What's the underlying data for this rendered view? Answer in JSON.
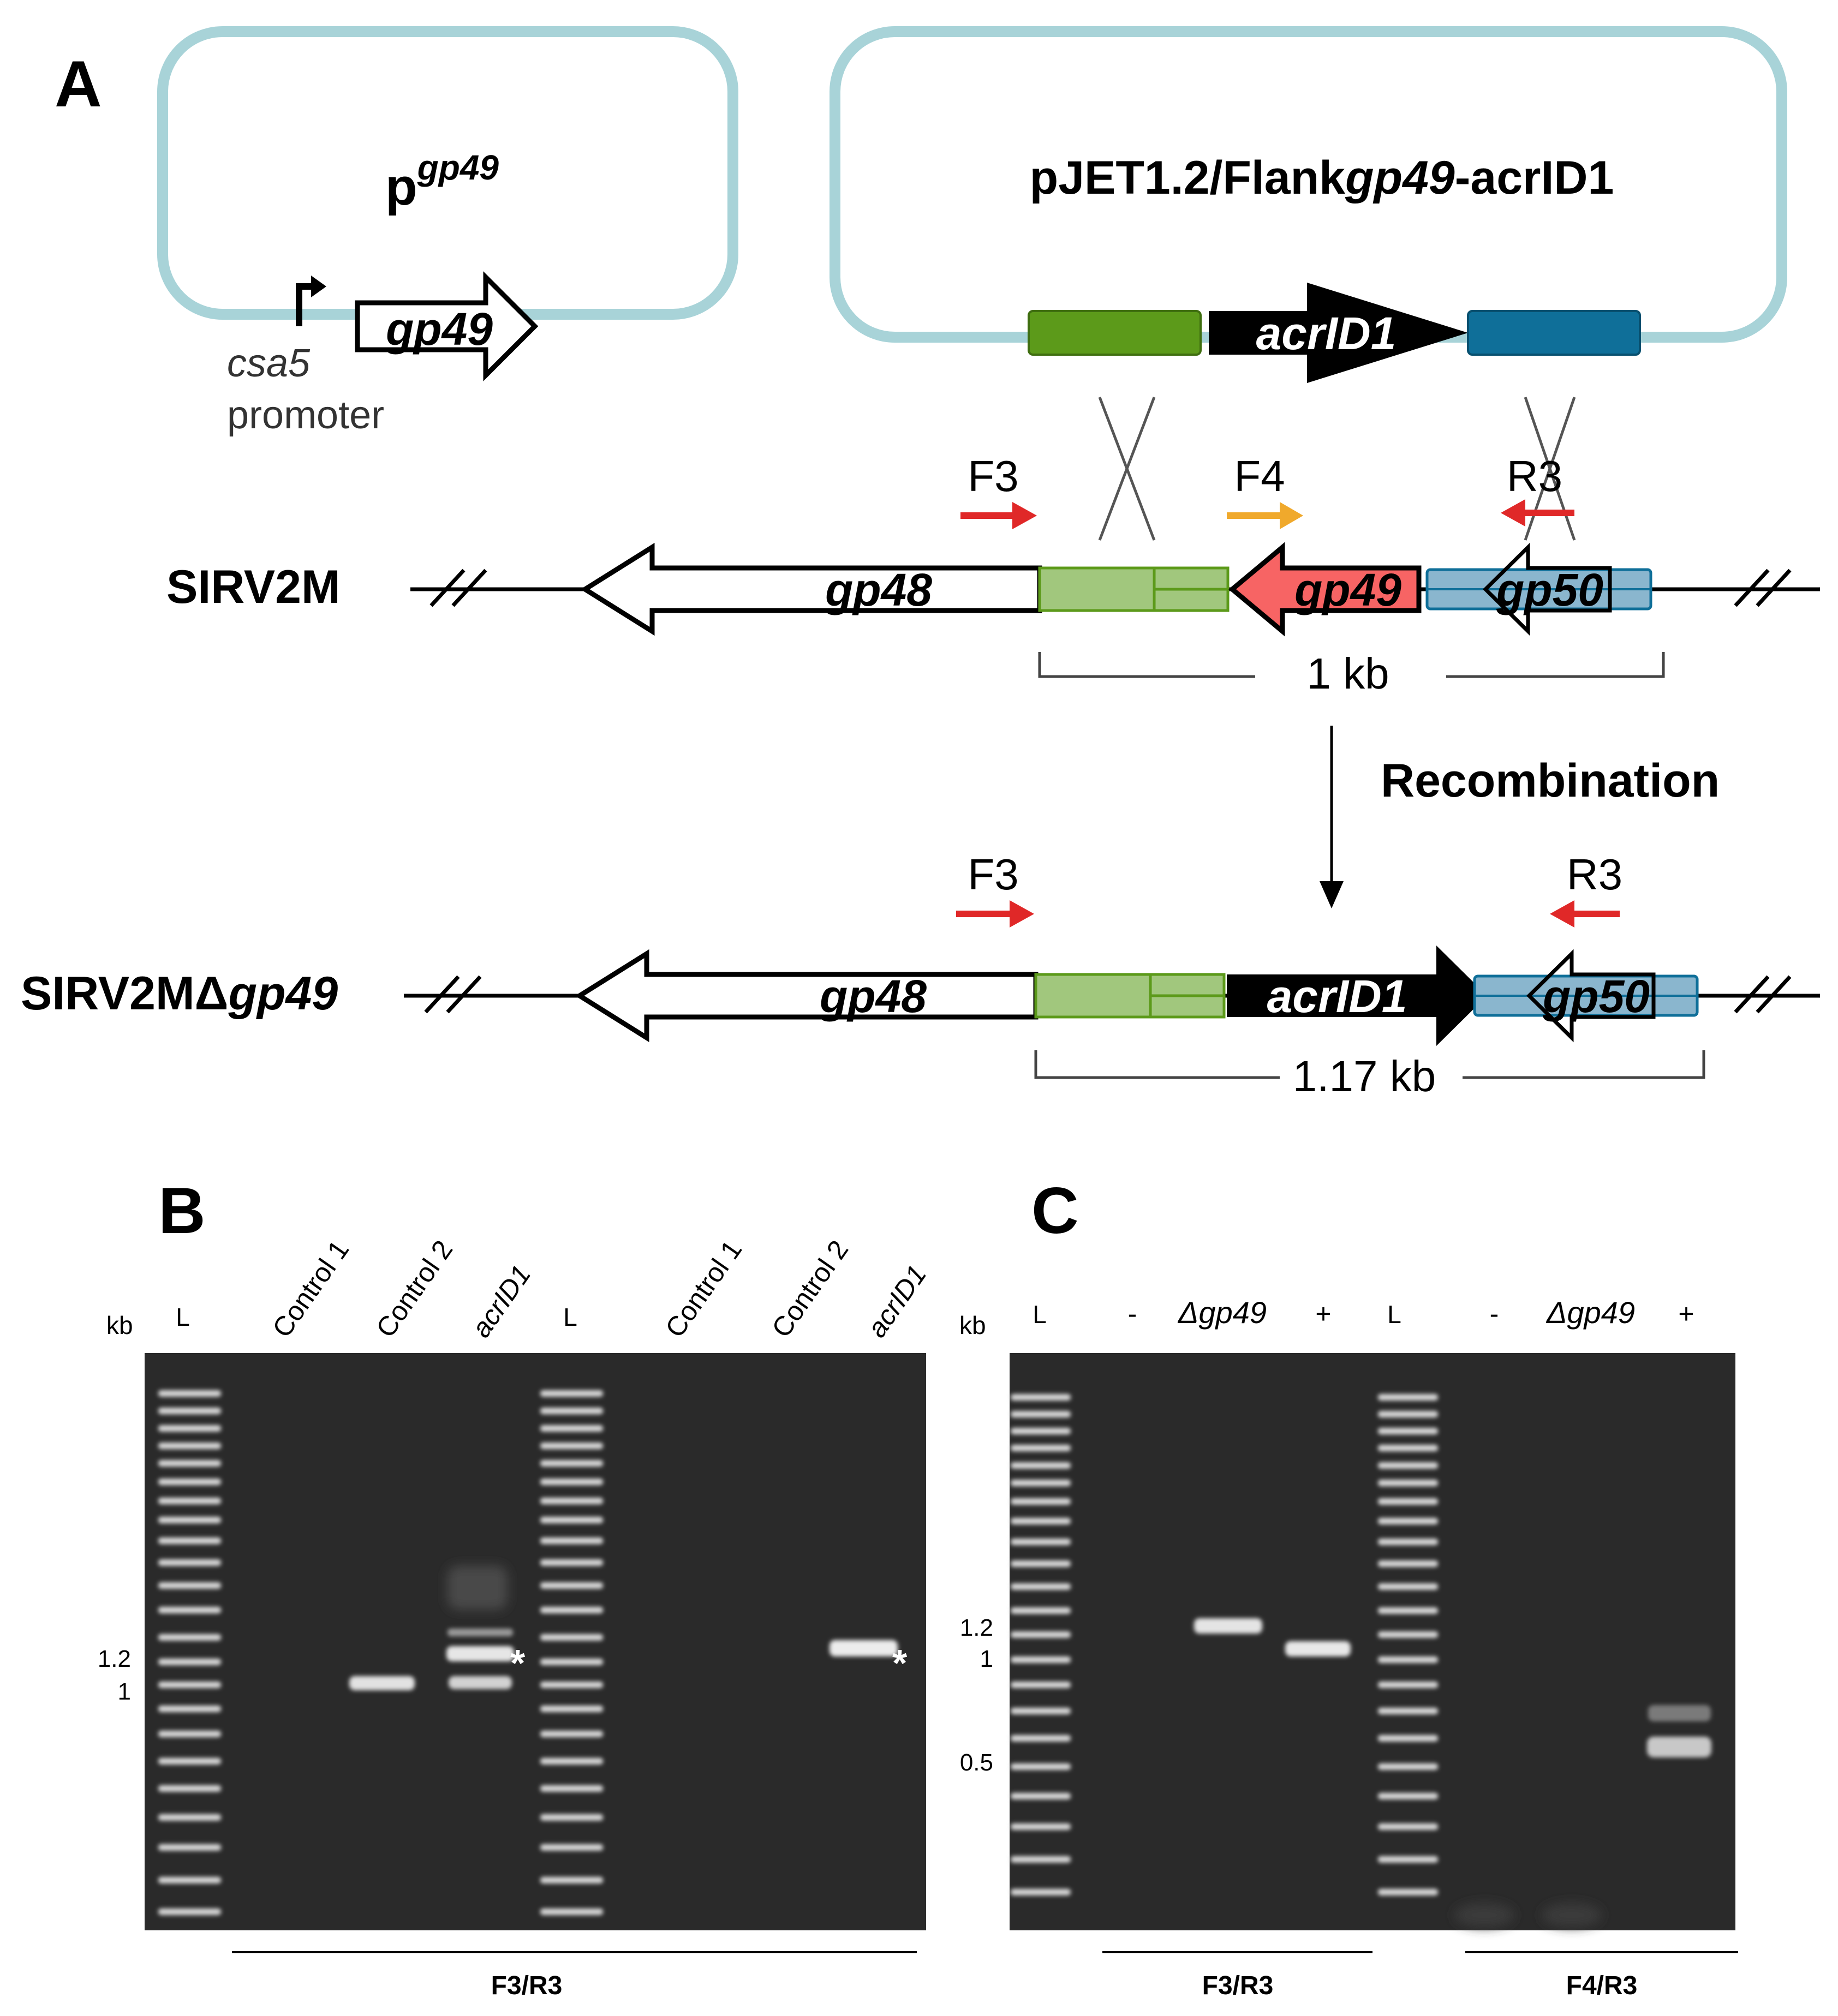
{
  "panel_labels": {
    "a": "A",
    "b": "B",
    "c": "C"
  },
  "plasmid1": {
    "name": "p",
    "superscript": "gp49",
    "gene": "gp49",
    "promoter_name": "csa5",
    "promoter_word": "promoter"
  },
  "plasmid2": {
    "name_pre": "pJET1.2/Flank",
    "name_ital": "gp49",
    "name_post": "-acrID1",
    "gene": "acrID1"
  },
  "primers": {
    "f3": "F3",
    "f4": "F4",
    "r3": "R3"
  },
  "genome1": {
    "label": "SIRV2M",
    "gp48": "gp48",
    "gp49": "gp49",
    "gp50": "gp50",
    "size": "1 kb"
  },
  "recombination": "Recombination",
  "genome2": {
    "label_pre": "SIRV2MΔ",
    "label_ital": "gp49",
    "gp48": "gp48",
    "acr": "acrID1",
    "gp50": "gp50",
    "size": "1.17 kb"
  },
  "gel_b": {
    "kb": "kb",
    "ladder": "L",
    "lanes": [
      "Control 1",
      "Control 2",
      "acrID1",
      "L",
      "Control 1",
      "Control 2",
      "acrID1"
    ],
    "marks": [
      "1.2",
      "1"
    ],
    "star": "*",
    "primer_pair": "F3/R3"
  },
  "gel_c": {
    "kb": "kb",
    "ladder": "L",
    "lanes_left": [
      "-",
      "Δgp49",
      "+"
    ],
    "lanes_right": [
      "-",
      "Δgp49",
      "+"
    ],
    "marks": [
      "1.2",
      "1",
      "0.5"
    ],
    "primer_left": "F3/R3",
    "primer_right": "F4/R3"
  },
  "colors": {
    "plasmid_border": "#a8d3d8",
    "green_flank": "#5c9a1a",
    "green_flank_light": "#a1c77d",
    "blue_flank": "#0f6f99",
    "blue_flank_light": "#8ab6ce",
    "gp49_red": "#f76464",
    "primer_red": "#e02828",
    "primer_orange": "#f0a92c",
    "gel_bg": "#2a2a2a"
  }
}
